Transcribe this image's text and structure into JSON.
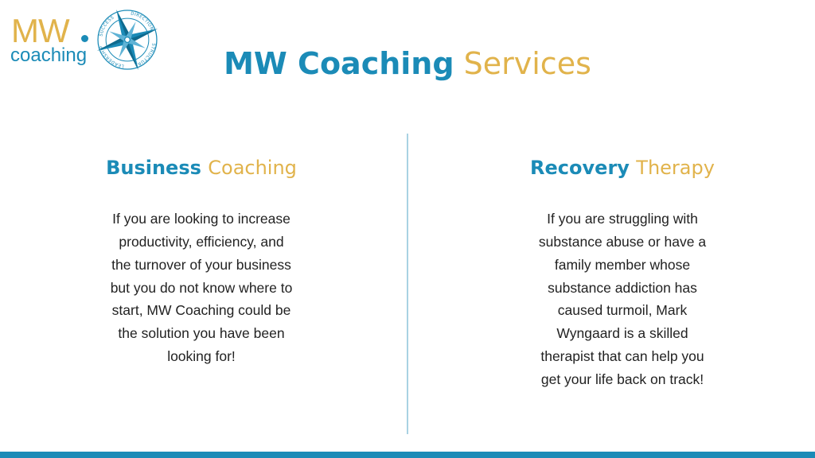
{
  "colors": {
    "primary_blue": "#1b8bb7",
    "accent_gold": "#e1b34b",
    "divider": "#a9d2e3",
    "body_text": "#222222"
  },
  "logo": {
    "mw": "MW",
    "coaching": "coaching",
    "compass_icon": "compass-rose-icon",
    "ring_words": [
      "SUCCESS",
      "DIRECTION",
      "STRUCTURE",
      "LEADERSHIP"
    ]
  },
  "title": {
    "bold": "MW Coaching",
    "light": "Services"
  },
  "columns": [
    {
      "heading_bold": "Business",
      "heading_light": "Coaching",
      "body": "If you are looking to increase productivity, efficiency, and the turnover of your business but you do not know where to start, MW Coaching could be the solution you have been looking for!"
    },
    {
      "heading_bold": "Recovery",
      "heading_light": "Therapy",
      "body": "If you are struggling with substance abuse or have a family member whose substance addiction has caused turmoil, Mark Wyngaard is a skilled therapist that can help you get your life back on track!"
    }
  ]
}
